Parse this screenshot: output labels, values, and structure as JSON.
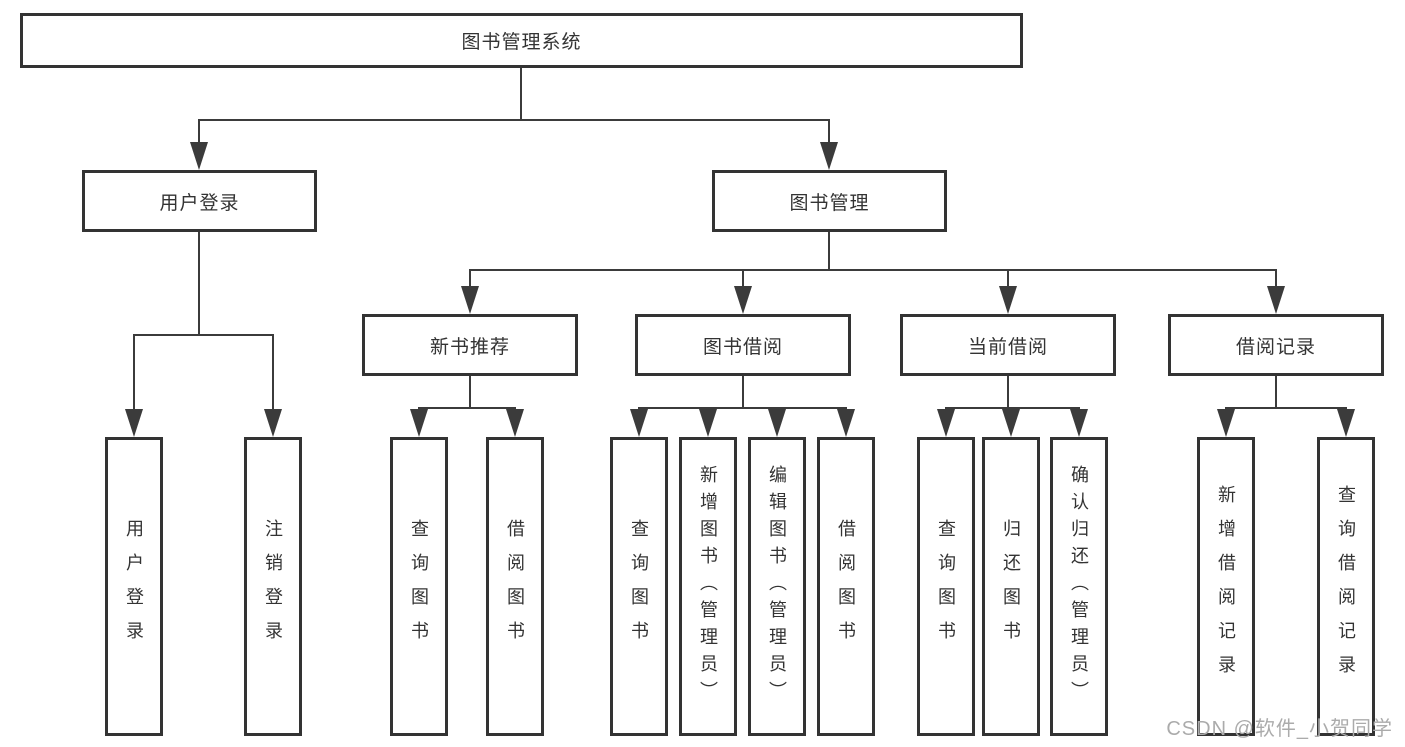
{
  "diagram": {
    "title_note": "functional structure tree",
    "root": {
      "label": "图书管理系统"
    },
    "level2": [
      {
        "label": "用户登录"
      },
      {
        "label": "图书管理"
      }
    ],
    "level3": [
      {
        "label": "新书推荐"
      },
      {
        "label": "图书借阅"
      },
      {
        "label": "当前借阅"
      },
      {
        "label": "借阅记录"
      }
    ],
    "leaves": {
      "user_login": [
        {
          "label": "用户登录"
        },
        {
          "label": "注销登录"
        }
      ],
      "new_book": [
        {
          "label": "查询图书"
        },
        {
          "label": "借阅图书"
        }
      ],
      "book_borrow": [
        {
          "label": "查询图书"
        },
        {
          "label": "新增图书（管理员）"
        },
        {
          "label": "编辑图书（管理员）"
        },
        {
          "label": "借阅图书"
        }
      ],
      "current_borrow": [
        {
          "label": "查询图书"
        },
        {
          "label": "归还图书"
        },
        {
          "label": "确认归还（管理员）"
        }
      ],
      "borrow_record": [
        {
          "label": "新增借阅记录"
        },
        {
          "label": "查询借阅记录"
        }
      ]
    },
    "watermark": "CSDN @软件_小贺同学",
    "colors": {
      "line": "#3b3b3b",
      "border": "#333333",
      "text": "#333333",
      "watermark": "#ababab",
      "background": "#ffffff"
    }
  }
}
